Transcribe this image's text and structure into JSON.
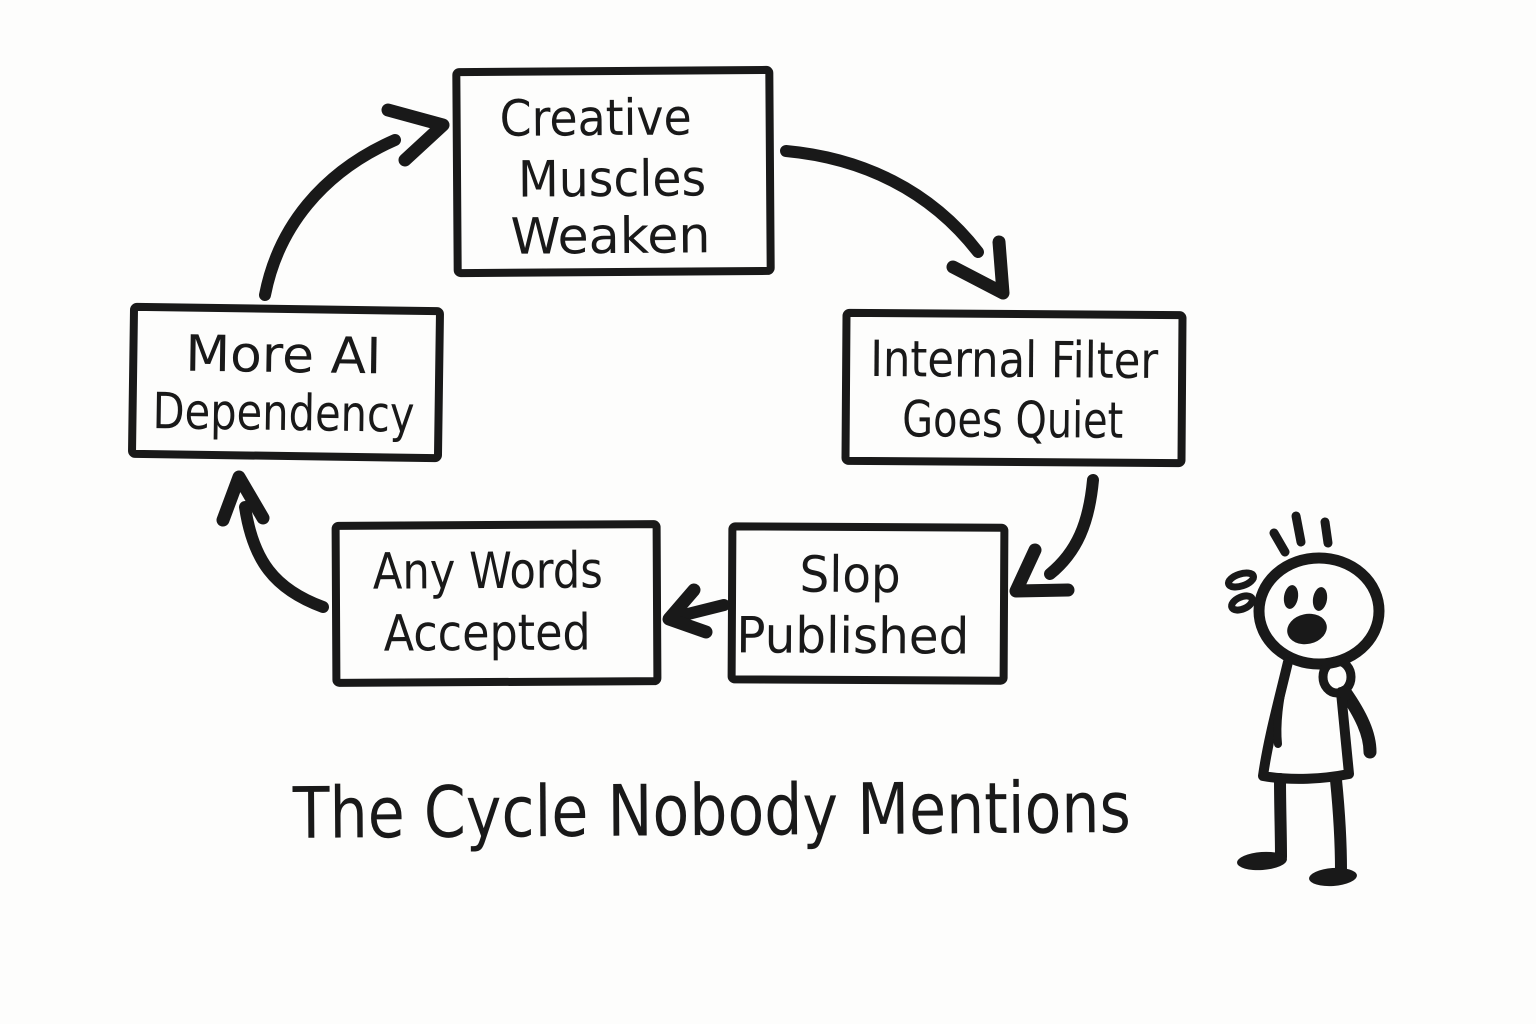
{
  "title": "The Cycle Nobody Mentions",
  "colors": {
    "ink": "#191919",
    "background": "#fdfdfc"
  },
  "cycle": {
    "boxes": [
      {
        "id": "creative-muscles-weaken",
        "lines": [
          "Creative",
          "Muscles",
          "Weaken"
        ]
      },
      {
        "id": "internal-filter-goes-quiet",
        "lines": [
          "Internal Filter",
          "Goes Quiet"
        ]
      },
      {
        "id": "slop-published",
        "lines": [
          "Slop",
          "Published"
        ]
      },
      {
        "id": "any-words-accepted",
        "lines": [
          "Any Words",
          "Accepted"
        ]
      },
      {
        "id": "more-ai-dependency",
        "lines": [
          "More AI",
          "Dependency"
        ]
      }
    ],
    "arrows": [
      {
        "from": "more-ai-dependency",
        "to": "creative-muscles-weaken"
      },
      {
        "from": "creative-muscles-weaken",
        "to": "internal-filter-goes-quiet"
      },
      {
        "from": "internal-filter-goes-quiet",
        "to": "slop-published"
      },
      {
        "from": "slop-published",
        "to": "any-words-accepted"
      },
      {
        "from": "any-words-accepted",
        "to": "more-ai-dependency"
      }
    ]
  },
  "figure": {
    "pose": "startled stick figure, hand raised to chin, sweat drops and surprise lines"
  }
}
